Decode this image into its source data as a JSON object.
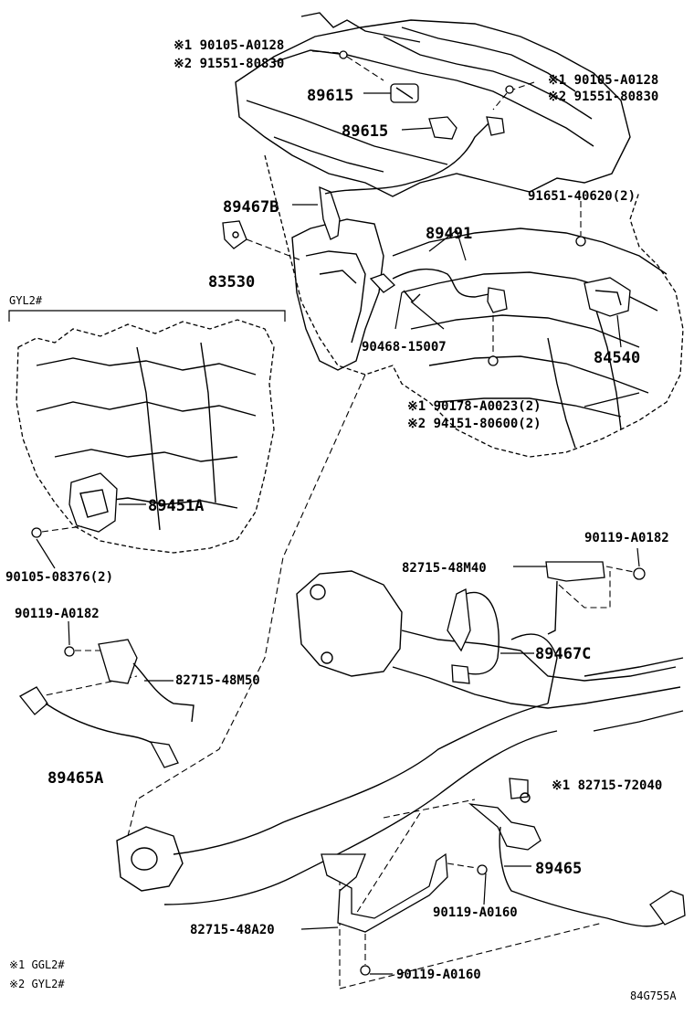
{
  "labels": {
    "top_bolt_1a": "※1 90105-A0128",
    "top_bolt_2a": "※2 91551-80830",
    "top_bolt_1b": "※1 90105-A0128",
    "top_bolt_2b": "※2 91551-80830",
    "p89615_a": "89615",
    "p89615_b": "89615",
    "p91651": "91651-40620(2)",
    "p89467b": "89467B",
    "p89491": "89491",
    "p83530": "83530",
    "gyl2": "GYL2#",
    "p90468": "90468-15007",
    "p84540": "84540",
    "p90178": "※1 90178-A0023(2)",
    "p94151": "※2 94151-80600(2)",
    "p89451a": "89451A",
    "p90105_08376": "90105-08376(2)",
    "p90119_a0182_r": "90119-A0182",
    "p82715_48m40": "82715-48M40",
    "p89467c": "89467C",
    "p90119_a0182_l": "90119-A0182",
    "p82715_48m50": "82715-48M50",
    "p89465a": "89465A",
    "p82715_72040": "※1 82715-72040",
    "p89465": "89465",
    "p90119_a0160_a": "90119-A0160",
    "p82715_48a20": "82715-48A20",
    "p90119_a0160_b": "90119-A0160",
    "legend_1": "※1 GGL2#",
    "legend_2": "※2 GYL2#",
    "drawing_no": "84G755A"
  }
}
